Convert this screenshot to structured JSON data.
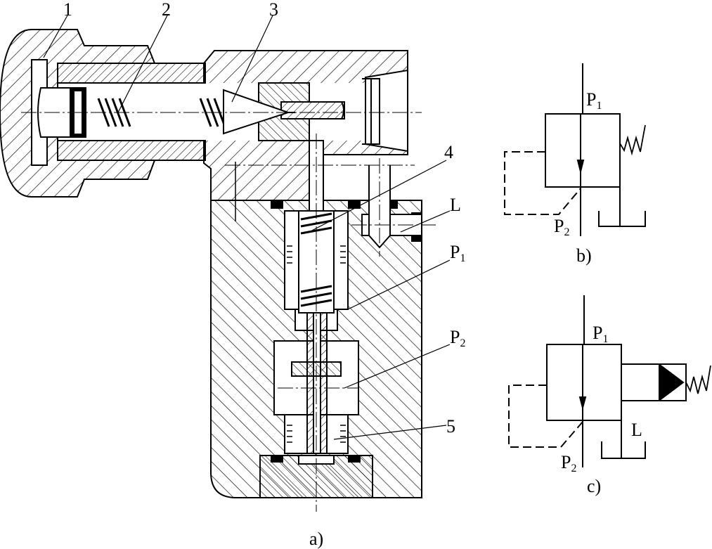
{
  "callouts": [
    "1",
    "2",
    "3",
    "4",
    "5"
  ],
  "ports": {
    "a": {
      "L": "L",
      "P1": "P",
      "P1_sub": "1",
      "P2": "P",
      "P2_sub": "2"
    },
    "b": {
      "P1": "P",
      "P1_sub": "1",
      "P2": "P",
      "P2_sub": "2"
    },
    "c": {
      "P1": "P",
      "P1_sub": "1",
      "P2": "P",
      "P2_sub": "2",
      "L": "L"
    }
  },
  "captions": {
    "a": "a)",
    "b": "b)",
    "c": "c)"
  },
  "colors": {
    "ink": "#000000",
    "paper": "#ffffff"
  }
}
